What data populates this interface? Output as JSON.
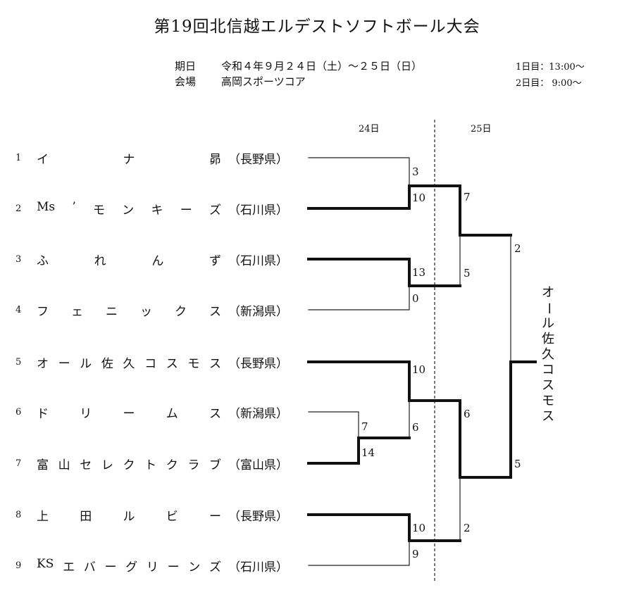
{
  "title": "第19回北信越エルデストソフトボール大会",
  "info": {
    "date_label": "期日",
    "date_value": "令和４年９月２４日（土）～２５日（日）",
    "venue_label": "会場",
    "venue_value": "高岡スポーツコア",
    "time_day1": "1日目：13:00～",
    "time_day2": "2日目： 9:00～"
  },
  "days": {
    "day1": "24日",
    "day2": "25日"
  },
  "teams": [
    {
      "num": "1",
      "name": [
        "イ",
        "ナ",
        "昴"
      ],
      "pref": "（長野県）"
    },
    {
      "num": "2",
      "name": [
        "Ms",
        "’",
        "モ",
        "ン",
        "キ",
        "ー",
        "ズ"
      ],
      "pref": "（石川県）"
    },
    {
      "num": "3",
      "name": [
        "ふ",
        "れ",
        "ん",
        "ず"
      ],
      "pref": "（石川県）"
    },
    {
      "num": "4",
      "name": [
        "フ",
        "ェ",
        "ニ",
        "ッ",
        "ク",
        "ス"
      ],
      "pref": "（新潟県）"
    },
    {
      "num": "5",
      "name": [
        "オ",
        "ー",
        "ル",
        "佐",
        "久",
        "コ",
        "ス",
        "モ",
        "ス"
      ],
      "pref": "（長野県）"
    },
    {
      "num": "6",
      "name": [
        "ド",
        "リ",
        "ー",
        "ム",
        "ス"
      ],
      "pref": "（新潟県）"
    },
    {
      "num": "7",
      "name": [
        "富",
        "山",
        "セ",
        "レ",
        "ク",
        "ト",
        "ク",
        "ラ",
        "ブ"
      ],
      "pref": "（富山県）"
    },
    {
      "num": "8",
      "name": [
        "上",
        "田",
        "ル",
        "ビ",
        "ー"
      ],
      "pref": "（長野県）"
    },
    {
      "num": "9",
      "name": [
        "KS",
        "エ",
        "バ",
        "ー",
        "グ",
        "リ",
        "ー",
        "ン",
        "ズ"
      ],
      "pref": "（石川県）"
    }
  ],
  "scores": {
    "m_1_2_a": "3",
    "m_1_2_b": "10",
    "m_3_4_a": "13",
    "m_3_4_b": "0",
    "m_6_7_a": "7",
    "m_6_7_b": "14",
    "m_5_67_a": "10",
    "m_5_67_b": "6",
    "m_8_9_a": "10",
    "m_8_9_b": "9",
    "sf1_a": "7",
    "sf1_b": "5",
    "sf2_a": "6",
    "sf2_b": "2",
    "final_a": "2",
    "final_b": "5"
  },
  "champion": "オール佐久コスモス"
}
